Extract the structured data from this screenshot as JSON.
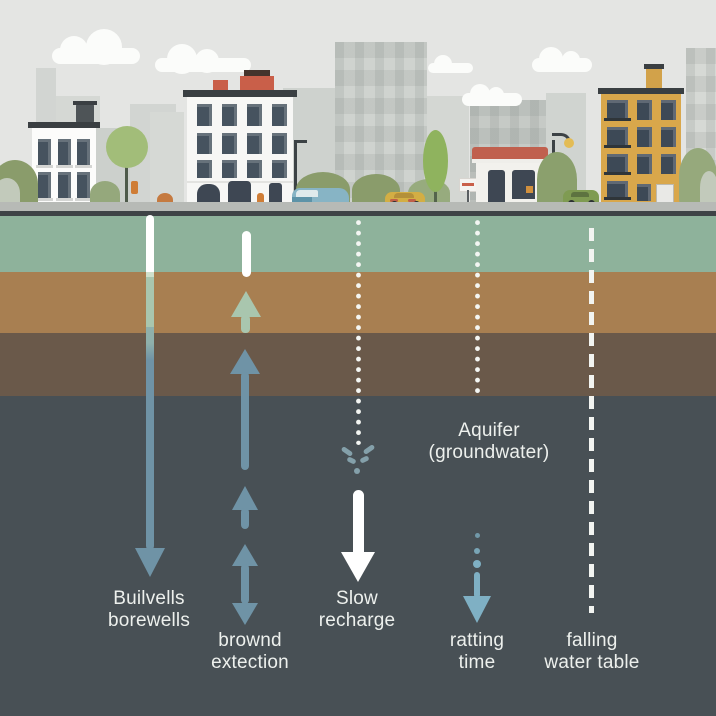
{
  "diagram": {
    "title": "groundwater-extraction-cross-section",
    "labels": {
      "borewells": {
        "line1": "Builvells",
        "line2": "borewells"
      },
      "extraction": {
        "line1": "brownd",
        "line2": "extection"
      },
      "recharge": {
        "line1": "Slow",
        "line2": "recharge"
      },
      "aquifer": {
        "line1": "Aquifer",
        "line2": "(groundwater)"
      },
      "ratting_time": {
        "line1": "ratting",
        "line2": "time"
      },
      "falling_water_table": {
        "line1": "falling",
        "line2": "water table"
      }
    },
    "soil_layers": [
      {
        "name": "topsoil-green",
        "color": "#8eb29b"
      },
      {
        "name": "subsoil-brown",
        "color": "#a87f51"
      },
      {
        "name": "clay-dark-brown",
        "color": "#6a594a"
      },
      {
        "name": "deep-aquifer-slate",
        "color": "#485055"
      }
    ],
    "accent_colors": {
      "arrow_steel_blue": "#6f93a6",
      "arrow_pale_green": "#a9c6ae",
      "arrow_white": "#ffffff",
      "arrow_light_blue": "#7fb0c4",
      "label_text": "#edf0ed",
      "sky": "#e4e5e3",
      "road_dark": "#3e4346",
      "sidewalk": "#b7bab6"
    }
  }
}
